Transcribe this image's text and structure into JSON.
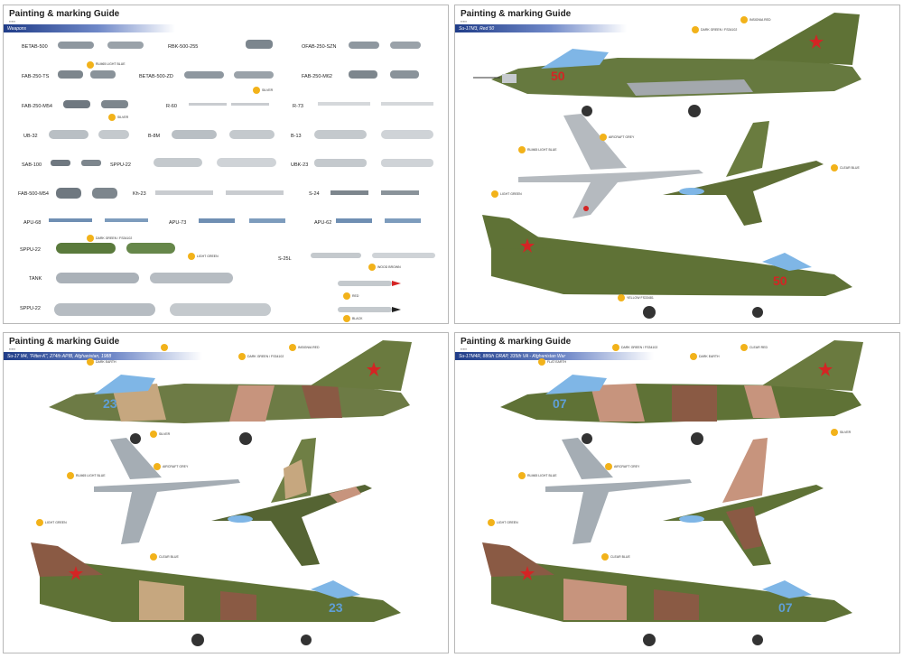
{
  "guide_title": "Painting & marking Guide",
  "weapons_bar": "Weapons",
  "panel_titles": {
    "red50": "Su-17M3, Red 50",
    "p23": "Su-17 M4, \"Fitter-K\", 274th APIB, Afghanistan, 1988",
    "p07": "Su-17M4R, 886th ORAP, 335th VA - Afghanistan War"
  },
  "weapons": [
    "BETAB-500",
    "RBK-500-255",
    "OFAB-250-SZN",
    "FAB-250-TS",
    "BETAB-500-ZD",
    "FAB-250-M62",
    "FAB-250-M54",
    "R-60",
    "R-73",
    "UB-32",
    "B-8M",
    "B-13",
    "SAB-100",
    "SPPU-22",
    "UBK-23",
    "FAB-500-M54",
    "Kh-23",
    "S-24",
    "APU-68",
    "APU-73",
    "APU-62",
    "SPPU-22",
    "S-25L",
    "TANK",
    "SPPU-22"
  ],
  "callouts": {
    "silver": "SILVER",
    "insignia_red": "INSIGNIA RED",
    "dark_green": "DARK GREEN / FS34102",
    "light_blue": "RLM65 LIGHT BLUE",
    "aircraft_grey": "AIRCRAFT GREY",
    "light_green": "LIGHT GREEN",
    "clear_blue": "CLEAR BLUE",
    "dark_earth": "DARK EARTH",
    "flat_black": "BLACK",
    "wood_brown": "WOOD BROWN",
    "yellow": "YELLOW FS33481",
    "red": "RED",
    "clear_red": "CLEAR RED",
    "flat_earth": "FLAT EARTH"
  },
  "numbers": {
    "red50": "50",
    "p23": "23",
    "p07": "07"
  },
  "colors": {
    "olive": "#5f6e39",
    "dark_olive": "#4a5530",
    "tan": "#c6a77f",
    "pink": "#c7947d",
    "brown": "#8a5a44",
    "light_green": "#7e9a5a",
    "grey": "#a3a8ad",
    "light_grey": "#c7cbcf",
    "star_red": "#d42424",
    "canopy": "#7fb6e6",
    "badge": "#f2b21a"
  }
}
